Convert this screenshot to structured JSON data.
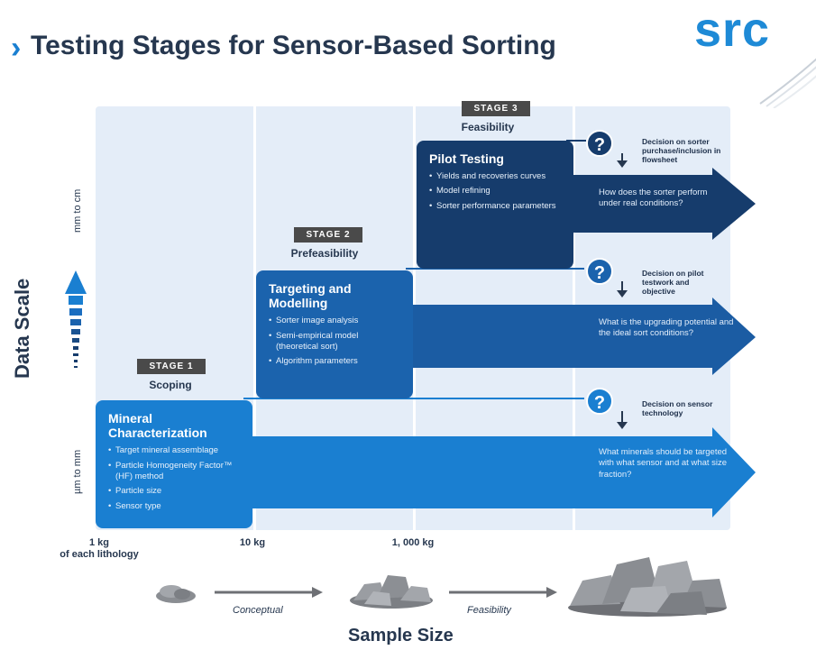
{
  "header": {
    "title": "Testing Stages for Sensor-Based Sorting",
    "logo_text": "src"
  },
  "axes": {
    "y_label": "Data Scale",
    "y_top": "mm to cm",
    "y_bottom": "µm to mm",
    "x_label": "Sample Size",
    "x_ticks": [
      {
        "line1": "1 kg",
        "line2": "of each lithology"
      },
      {
        "line1": "10 kg",
        "line2": ""
      },
      {
        "line1": "1, 000 kg",
        "line2": ""
      }
    ]
  },
  "stages": [
    {
      "tag": "STAGE 1",
      "name": "Scoping",
      "card_title": "Mineral Characterization",
      "bullets": [
        "Target mineral assemblage",
        "Particle Homogeneity Factor™ (HF) method",
        "Particle size",
        "Sensor type"
      ],
      "arrow_text": "What minerals should be targeted with what sensor and at what size fraction?",
      "decision": "Decision on sensor technology",
      "color": "#1a7fd1"
    },
    {
      "tag": "STAGE 2",
      "name": "Prefeasibility",
      "card_title": "Targeting and Modelling",
      "bullets": [
        "Sorter image analysis",
        "Semi-empirical model (theoretical sort)",
        "Algorithm parameters"
      ],
      "arrow_text": "What is the upgrading potential and the ideal sort conditions?",
      "decision": "Decision on pilot testwork and objective",
      "color": "#1b63ad"
    },
    {
      "tag": "STAGE 3",
      "name": "Feasibility",
      "card_title": "Pilot Testing",
      "bullets": [
        "Yields and recoveries curves",
        "Model refining",
        "Sorter performance parameters"
      ],
      "arrow_text": "How does the sorter perform under real conditions?",
      "decision": "Decision on sorter purchase/inclusion in flowsheet",
      "color": "#163c6c"
    }
  ],
  "decision_symbol": "?",
  "flow": {
    "label_1": "Conceptual",
    "label_2": "Feasibility"
  }
}
